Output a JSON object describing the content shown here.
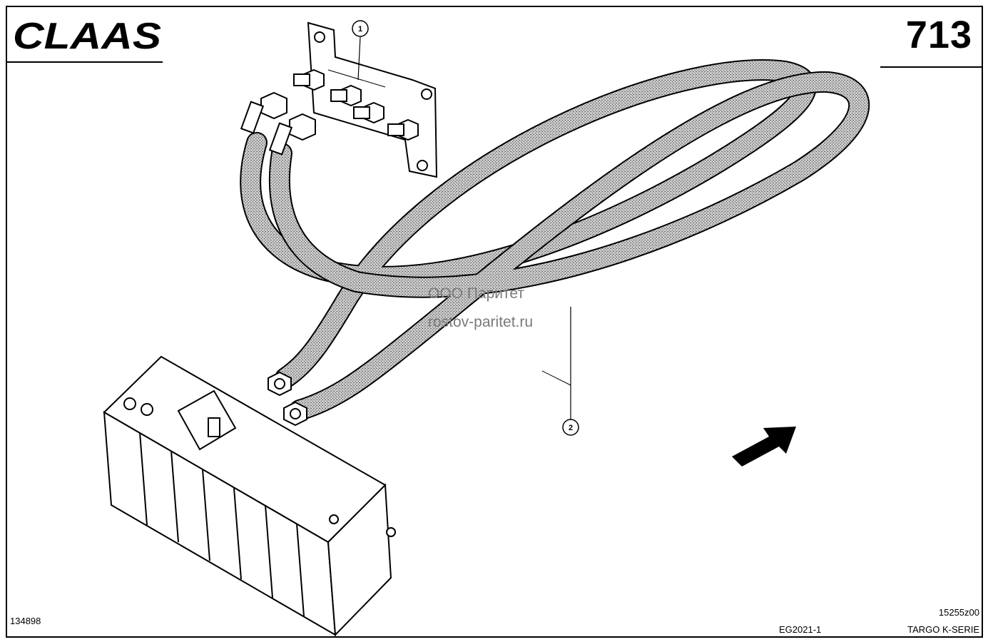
{
  "header": {
    "brand": "CLAAS",
    "page_number": "713"
  },
  "watermark": {
    "line1": "ООО Паритет",
    "line2": "rostov-paritet.ru"
  },
  "callouts": [
    {
      "label": "1"
    },
    {
      "label": "2"
    }
  ],
  "footer": {
    "drawing_number": "134898",
    "group_code": "EG2021-1",
    "sheet_code": "15255z00",
    "series": "TARGO K-SERIE"
  },
  "icons": {
    "direction": "arrow-icon",
    "brand": "claas-logo-icon"
  }
}
